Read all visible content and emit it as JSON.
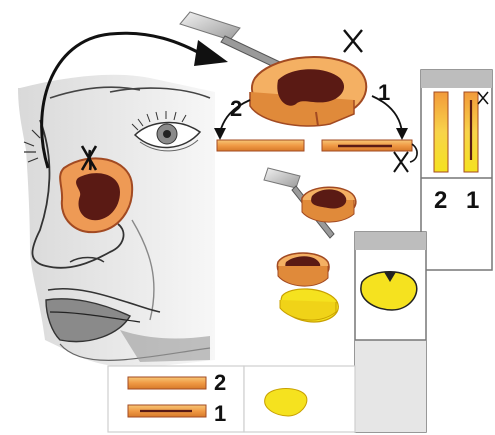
{
  "labels": {
    "cut_left": "2",
    "cut_right": "1",
    "panel_bottom": "2",
    "panel_top": "1",
    "legend_top": "2",
    "legend_bottom": "1"
  },
  "colors": {
    "skin_dark": "#dedede",
    "lesion": "#5a1a14",
    "margin": "#ee9a55",
    "margin_edge": "#a24a22",
    "fat_yellow": "#f5e21f",
    "fat_edge": "#c8a000",
    "strip_orange": "#f1a85a",
    "panel_gray": "#bdbdbd",
    "ink": "#111111"
  },
  "icons": [
    "scalpel-icon",
    "curved-arrow-icon",
    "suture-mark-icon"
  ]
}
